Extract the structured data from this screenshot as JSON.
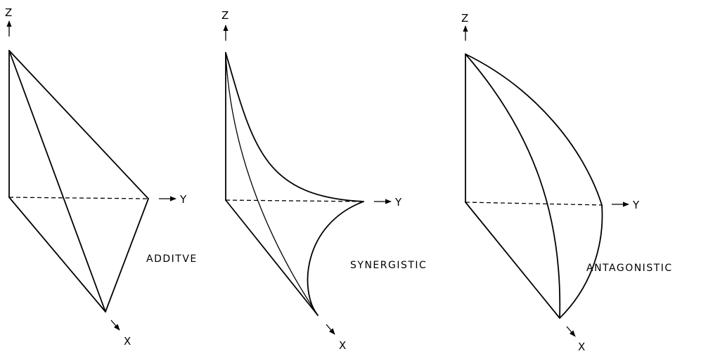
{
  "axes": {
    "z": "Z",
    "y": "Y",
    "x": "X"
  },
  "panels": [
    {
      "id": "additive",
      "label": "ADDITVE"
    },
    {
      "id": "synergistic",
      "label": "SYNERGISTIC"
    },
    {
      "id": "antagonistic",
      "label": "ANTAGONISTIC"
    }
  ]
}
